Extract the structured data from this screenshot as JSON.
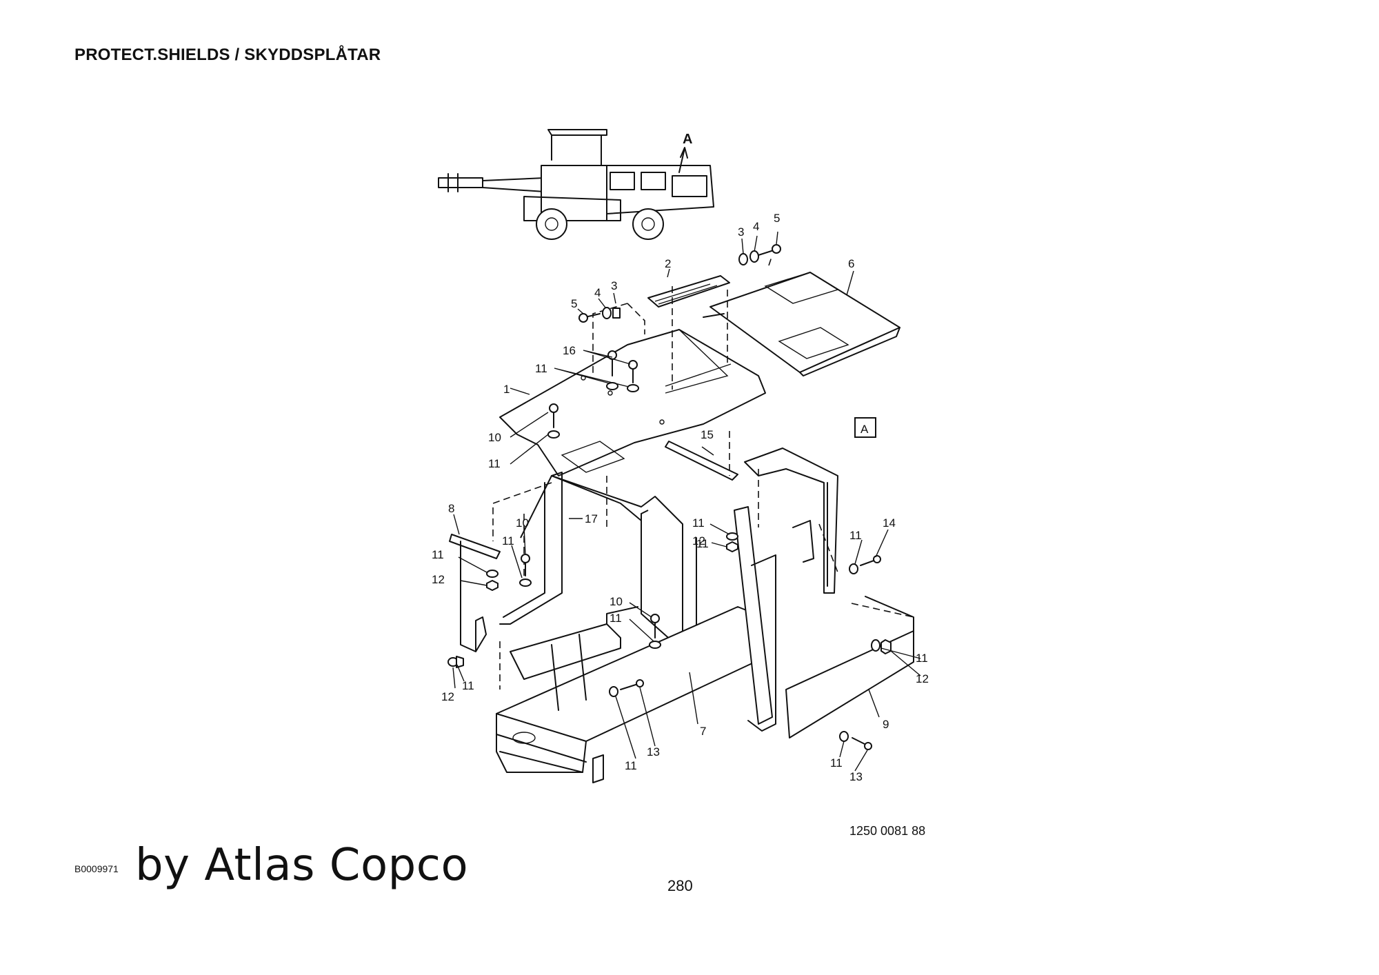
{
  "header": {
    "title": "PROTECT.SHIELDS / SKYDDSPLÅTAR"
  },
  "footer": {
    "drawing_number": "1250 0081 88",
    "doc_id": "B0009971",
    "brand": "by Atlas Copco",
    "page_number": "280"
  },
  "detail_marker": {
    "inset_label": "A",
    "box_label": "A"
  },
  "callouts": [
    {
      "id": "c1",
      "text": "1"
    },
    {
      "id": "c2",
      "text": "2"
    },
    {
      "id": "c3a",
      "text": "3"
    },
    {
      "id": "c3b",
      "text": "3"
    },
    {
      "id": "c4a",
      "text": "4"
    },
    {
      "id": "c4b",
      "text": "4"
    },
    {
      "id": "c5a",
      "text": "5"
    },
    {
      "id": "c5b",
      "text": "5"
    },
    {
      "id": "c6",
      "text": "6"
    },
    {
      "id": "c7",
      "text": "7"
    },
    {
      "id": "c8",
      "text": "8"
    },
    {
      "id": "c9",
      "text": "9"
    },
    {
      "id": "c10a",
      "text": "10"
    },
    {
      "id": "c10b",
      "text": "10"
    },
    {
      "id": "c10c",
      "text": "10"
    },
    {
      "id": "c11a",
      "text": "11"
    },
    {
      "id": "c11b",
      "text": "11"
    },
    {
      "id": "c11c",
      "text": "11"
    },
    {
      "id": "c11d",
      "text": "11"
    },
    {
      "id": "c11e",
      "text": "11"
    },
    {
      "id": "c11f",
      "text": "11"
    },
    {
      "id": "c11g",
      "text": "11"
    },
    {
      "id": "c11h",
      "text": "11"
    },
    {
      "id": "c11i",
      "text": "11"
    },
    {
      "id": "c11j",
      "text": "11"
    },
    {
      "id": "c11k",
      "text": "11"
    },
    {
      "id": "c11l",
      "text": "11"
    },
    {
      "id": "c12a",
      "text": "12"
    },
    {
      "id": "c12b",
      "text": "12"
    },
    {
      "id": "c12c",
      "text": "12"
    },
    {
      "id": "c12d",
      "text": "12"
    },
    {
      "id": "c13a",
      "text": "13"
    },
    {
      "id": "c13b",
      "text": "13"
    },
    {
      "id": "c14",
      "text": "14"
    },
    {
      "id": "c15",
      "text": "15"
    },
    {
      "id": "c16",
      "text": "16"
    },
    {
      "id": "c17",
      "text": "17"
    }
  ]
}
